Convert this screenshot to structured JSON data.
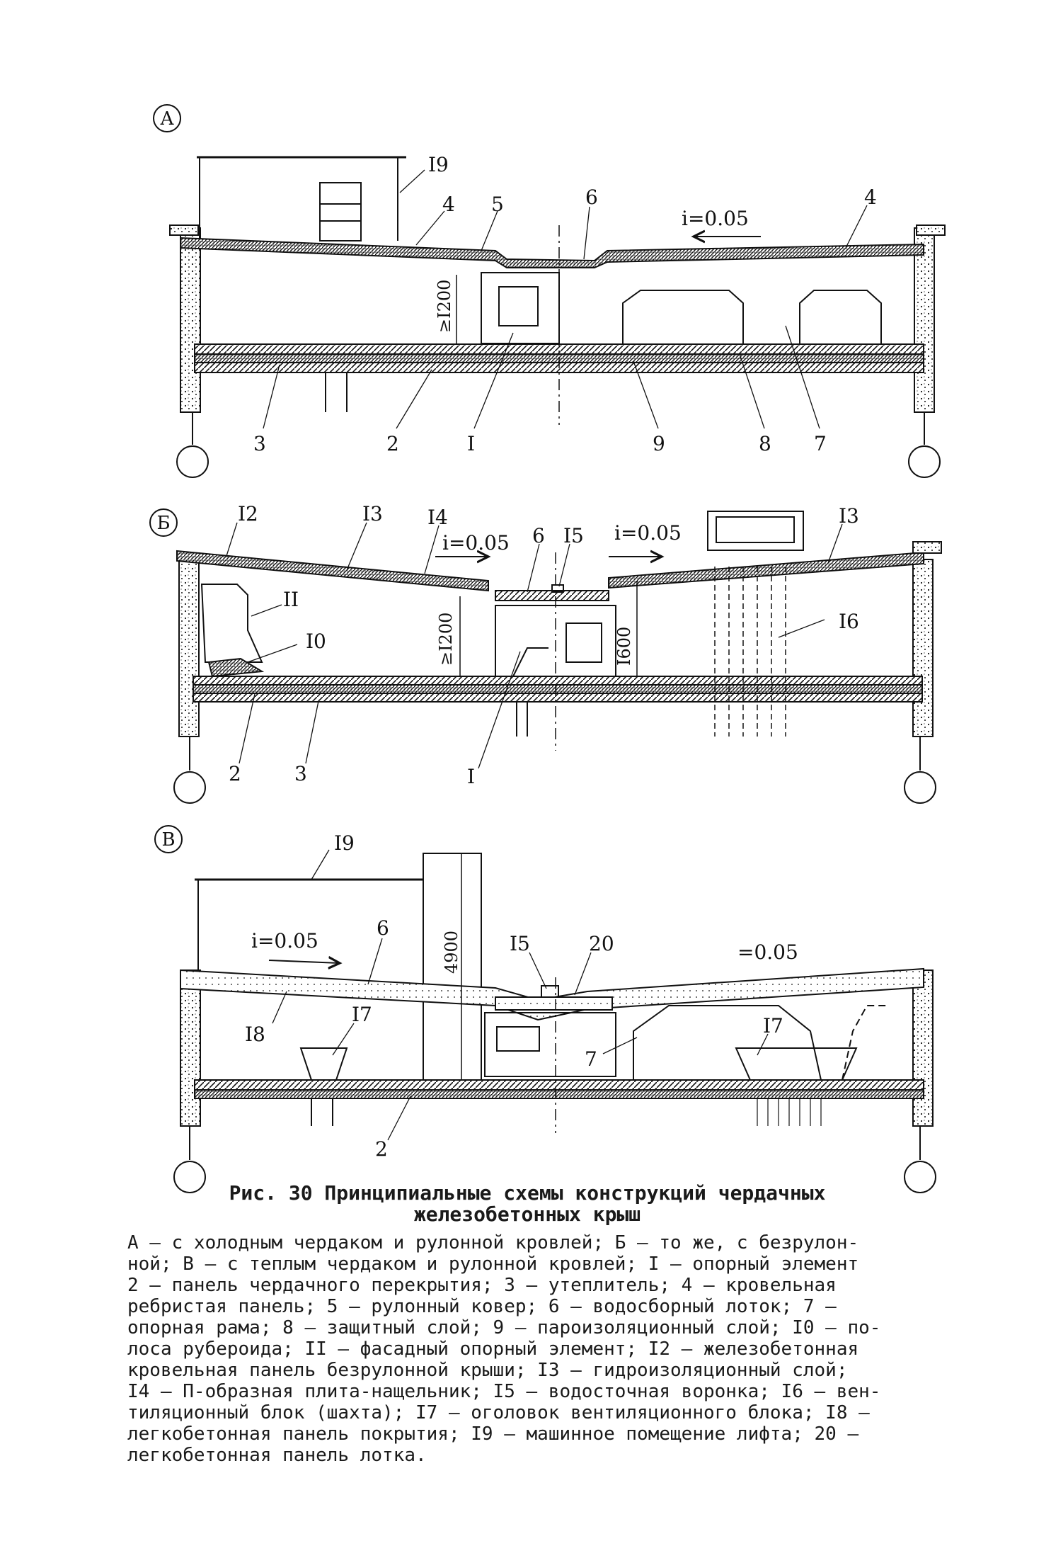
{
  "figure": {
    "panels": [
      {
        "letter": "A",
        "labels": [
          "I9",
          "4",
          "5",
          "6",
          "4",
          "3",
          "2",
          "I",
          "9",
          "8",
          "7"
        ],
        "slope": "i=0.05",
        "dimension": "≥I200"
      },
      {
        "letter": "Б",
        "labels": [
          "I2",
          "I3",
          "I4",
          "6",
          "I5",
          "I3",
          "II",
          "I0",
          "I6",
          "2",
          "3",
          "I"
        ],
        "slopes": [
          "i=0.05",
          "i=0.05"
        ],
        "dimensions": [
          "≥I200",
          "I600"
        ]
      },
      {
        "letter": "В",
        "labels": [
          "I9",
          "6",
          "I5",
          "20",
          "I8",
          "I7",
          "I7",
          "7",
          "2"
        ],
        "slopes": [
          "i=0.05",
          "=0.05"
        ],
        "dimension": "4900"
      }
    ],
    "caption": {
      "line1": "Рис. 30 Принципиальные схемы конструкций чердачных",
      "line2": "железобетонных крыш"
    },
    "legend_lines": [
      "А – с холодным чердаком и рулонной кровлей; Б – то же, с безрулон-",
      "ной; В – с теплым чердаком и рулонной кровлей; I – опорный элемент",
      "2 – панель чердачного перекрытия; 3 – утеплитель; 4 – кровельная",
      "ребристая панель; 5 – рулонный ковер; 6 – водосборный лоток; 7 –",
      "опорная рама; 8 – защитный слой; 9 – пароизоляционный слой; I0 – по-",
      "лоса рубероида; II – фасадный опорный элемент; I2 – железобетонная",
      "кровельная панель безрулонной крыши; I3 – гидроизоляционный слой;",
      "I4 – П-образная плита-нащельник; I5 – водосточная воронка; I6 – вен-",
      "тиляционный блок (шахта); I7 – оголовок вентиляционного блока; I8 –",
      "легкобетонная панель покрытия; I9 – машинное помещение лифта; 20 –",
      "легкобетонная панель лотка."
    ]
  }
}
